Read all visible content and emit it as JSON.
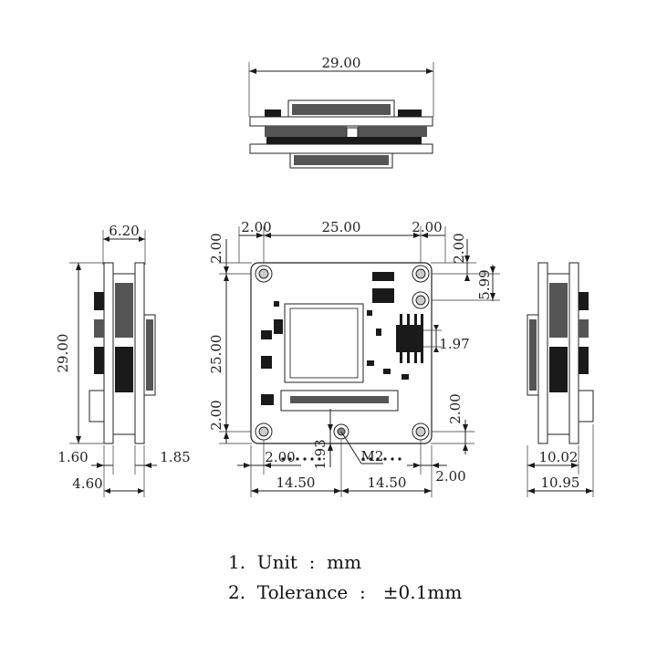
{
  "dimensions": {
    "top_width": "29.00",
    "left_thickness": "6.20",
    "left_height": "29.00",
    "left_bottom_a": "1.60",
    "left_bottom_b": "1.85",
    "left_total": "4.60",
    "front_hole_left": "2.00",
    "front_hole_span": "25.00",
    "front_hole_right": "2.00",
    "front_top_v": "2.00",
    "front_side_v": "5.99",
    "front_left_v_top": "2.00",
    "front_left_v_span": "25.00",
    "front_left_v_bottom": "2.00",
    "front_right_v_bottom": "2.00",
    "chip_dim": "1.97",
    "bottom_small_v": "1.93",
    "hole_label": "M2",
    "bottom_left_h": "2.00",
    "bottom_right_h": "2.00",
    "half_left": "14.50",
    "half_right": "14.50",
    "right_a": "10.02",
    "right_b": "10.95"
  },
  "notes": [
    "1.  Unit  :  mm",
    "2.  Tolerance  :   ±0.1mm"
  ]
}
